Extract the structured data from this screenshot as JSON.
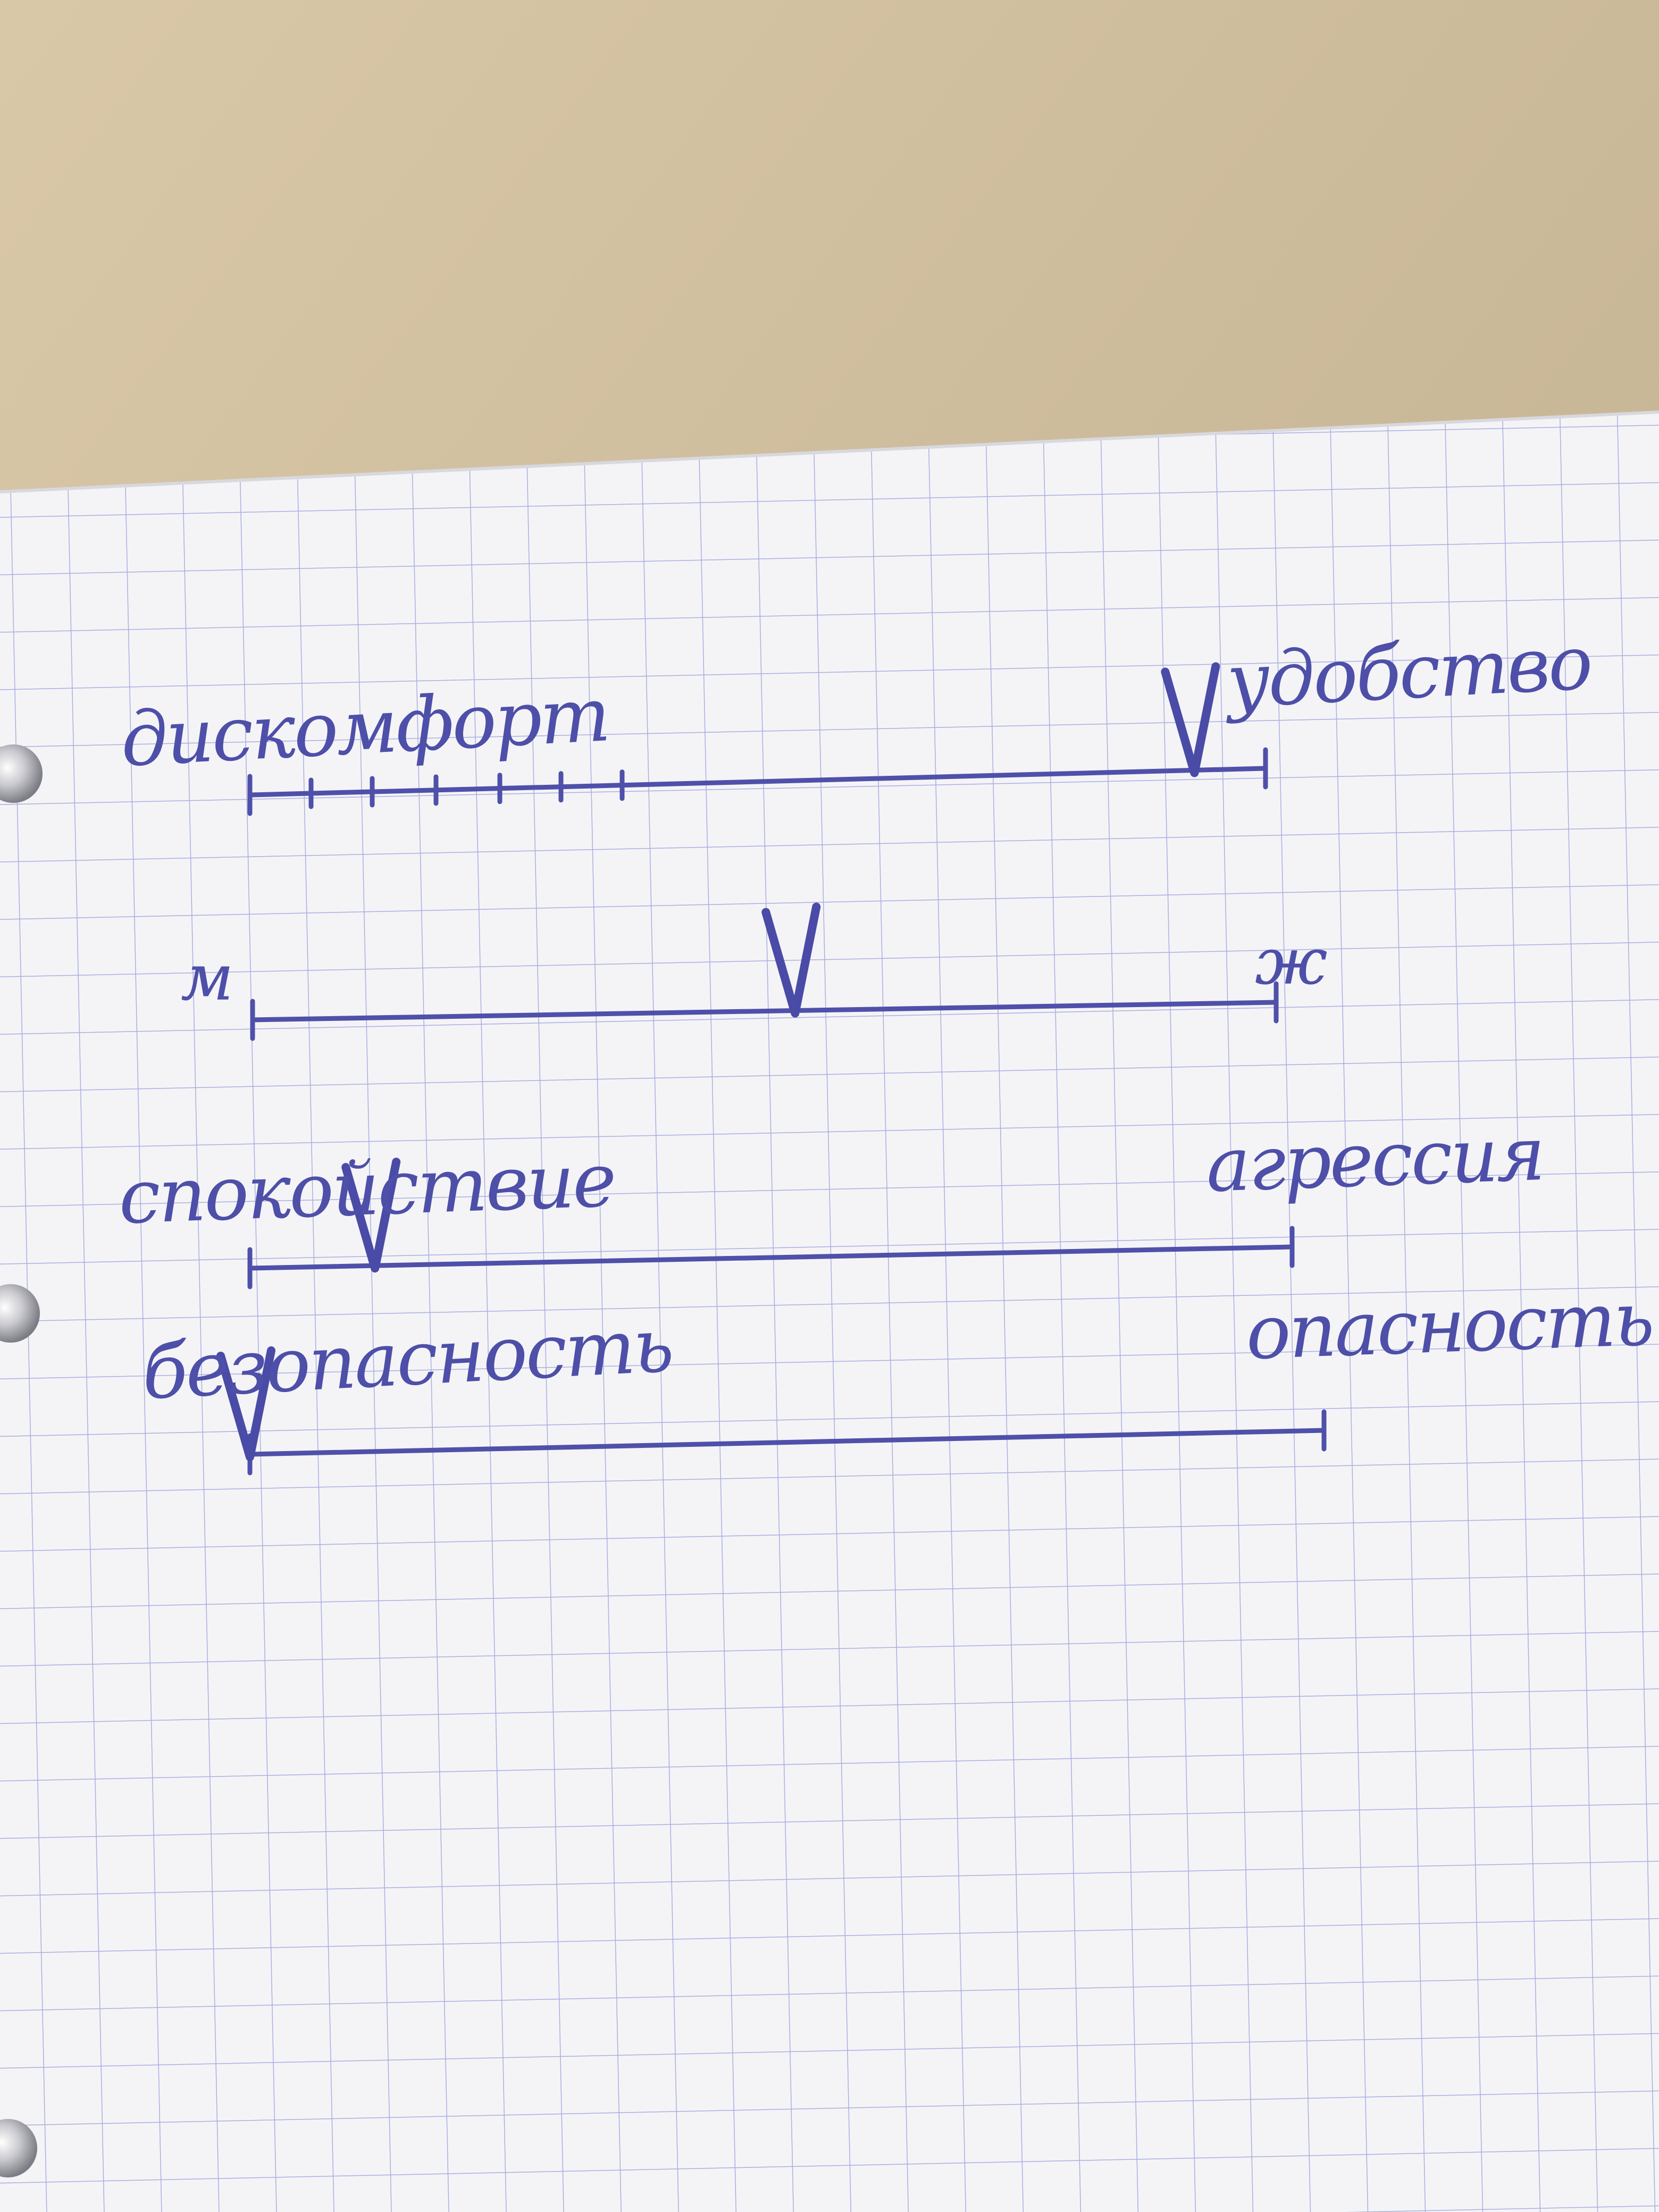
{
  "scales": [
    {
      "id": "comfort",
      "left_label": "дискомфорт",
      "right_label": "удобство",
      "marker_position": 0.93
    },
    {
      "id": "gender",
      "left_label": "м",
      "right_label": "ж",
      "marker_position": 0.53
    },
    {
      "id": "calm",
      "left_label": "спокойствие",
      "right_label": "агрессия",
      "marker_position": 0.12
    },
    {
      "id": "safety",
      "left_label": "безопасность",
      "right_label": "опасность",
      "marker_position": 0.0
    }
  ],
  "colors": {
    "ink": "#4d4fa8",
    "paper": "#f4f4f7",
    "grid": "#a9aede",
    "desk": "#cfc0a2"
  }
}
